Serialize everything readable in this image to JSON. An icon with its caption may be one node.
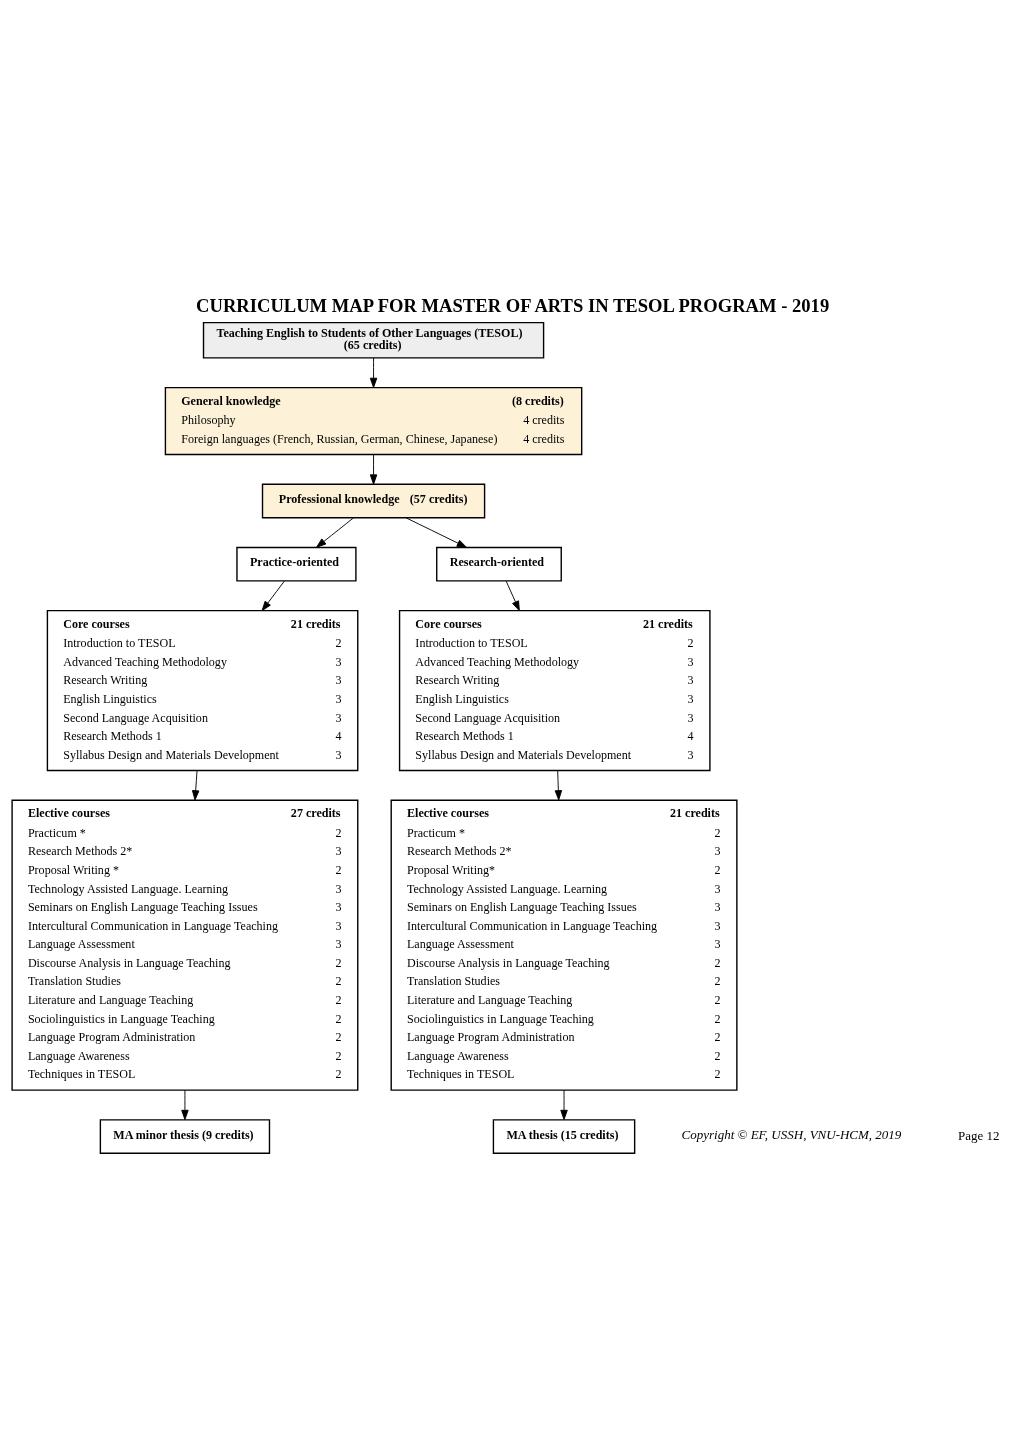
{
  "diagram": {
    "title": "CURRICULUM MAP FOR MASTER OF ARTS IN TESOL PROGRAM - 2019",
    "nodes": [
      {
        "text": [
          "Teaching English to Students of Other Languages (TESOL)",
          "(65 credits)"
        ]
      },
      {
        "text": [
          "General knowledge",
          "(8 credits)",
          "Philosophy",
          "4 credits",
          "Foreign languages (French, Russian, German, Chinese, Japanese)",
          "4 credits"
        ]
      },
      {
        "text": [
          "Professional knowledge",
          "(57 credits)"
        ]
      },
      {
        "text": [
          "Practice-oriented"
        ]
      },
      {
        "text": [
          "Research-oriented"
        ]
      },
      {
        "text": [
          "Core courses",
          "21 credits",
          "Introduction to TESOL",
          "2",
          "Advanced Teaching Methodology",
          "3",
          "Research Writing",
          "3",
          "English Linguistics",
          "3",
          "Second Language Acquisition",
          "3",
          "Research Methods 1",
          "4",
          "Syllabus Design and Materials Development",
          "3"
        ]
      },
      {
        "text": [
          "Core courses",
          "21 credits",
          "Introduction to TESOL",
          "2",
          "Advanced Teaching Methodology",
          "3",
          "Research Writing",
          "3",
          "English Linguistics",
          "3",
          "Second Language Acquisition",
          "3",
          "Research Methods 1",
          "4",
          "Syllabus Design and Materials Development",
          "3"
        ]
      },
      {
        "text": [
          "Elective courses",
          "27 credits",
          "Practicum *",
          "2",
          "Research Methods 2*",
          "3",
          "Proposal Writing *",
          "2",
          "Technology Assisted Language. Learning",
          "3",
          "Seminars on English Language Teaching Issues",
          "3",
          "Intercultural Communication in Language Teaching",
          "3",
          "Language Assessment",
          "3",
          "Discourse Analysis in Language Teaching",
          "2",
          "Translation Studies",
          "2",
          "Literature and Language Teaching",
          "2",
          "Sociolinguistics in Language Teaching",
          "2",
          "Language Program Administration",
          "2",
          "Language Awareness",
          "2",
          "Techniques in TESOL",
          "2"
        ]
      },
      {
        "text": [
          "Elective courses",
          "21 credits",
          "Practicum *",
          "2",
          "Research Methods 2*",
          "3",
          "Proposal Writing*",
          "2",
          "Technology Assisted Language. Learning",
          "3",
          "Seminars on English Language Teaching Issues",
          "3",
          "Intercultural Communication in Language Teaching",
          "3",
          "Language Assessment",
          "3",
          "Discourse Analysis in Language Teaching",
          "2",
          "Translation Studies",
          "2",
          "Literature and Language Teaching",
          "2",
          "Sociolinguistics in Language Teaching",
          "2",
          "Language Program Administration",
          "2",
          "Language Awareness",
          "2",
          "Techniques in TESOL",
          "2"
        ]
      },
      {
        "text": [
          "MA minor thesis (9 credits)"
        ]
      },
      {
        "text": [
          "MA thesis (15 credits)"
        ]
      }
    ],
    "edges": [
      {
        "from": 0,
        "to": 1,
        "arrow": "to"
      },
      {
        "from": 1,
        "to": 2,
        "arrow": "to"
      },
      {
        "from": 2,
        "to": 3,
        "arrow": "to"
      },
      {
        "from": 2,
        "to": 4,
        "arrow": "to"
      },
      {
        "from": 3,
        "to": 5,
        "arrow": "to"
      },
      {
        "from": 4,
        "to": 6,
        "arrow": "to"
      },
      {
        "from": 5,
        "to": 7,
        "arrow": "to"
      },
      {
        "from": 6,
        "to": 8,
        "arrow": "to"
      },
      {
        "from": 7,
        "to": 9,
        "arrow": "to"
      },
      {
        "from": 8,
        "to": 10,
        "arrow": "to"
      }
    ],
    "labels": [
      "Copyright © EF, USSH, VNU-HCM, 2019",
      "Page 12"
    ]
  }
}
